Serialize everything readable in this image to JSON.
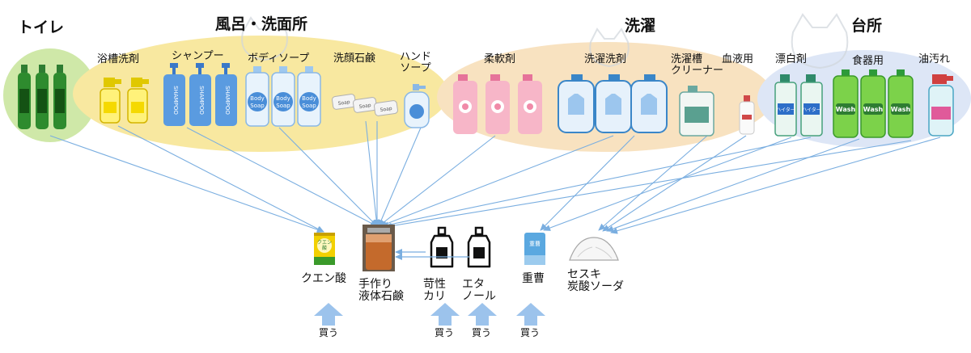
{
  "categories": {
    "toilet": "トイレ",
    "bath": "風呂・洗面所",
    "laundry": "洗濯",
    "kitchen": "台所"
  },
  "products": {
    "tub_cleaner": "浴槽洗剤",
    "shampoo": "シャンプー",
    "body_soap": "ボディソープ",
    "face_soap": "洗顔石鹸",
    "hand_soap": "ハンド\nソープ",
    "softener": "柔軟剤",
    "laundry_detergent": "洗濯洗剤",
    "drum_cleaner": "洗濯槽\nクリーナー",
    "blood": "血液用",
    "bleach": "漂白剤",
    "dish": "食器用",
    "grease": "油汚れ"
  },
  "package_text": {
    "shampoo": "SHAMPOO",
    "body_soap": "Body\nSoap",
    "face_soap": "Soap",
    "dish": "Wash",
    "bleach": "ハイター",
    "citric": "クエン\n酸",
    "baking_soda": "重曹"
  },
  "ingredients": {
    "citric_acid": "クエン酸",
    "liquid_soap": "手作り\n液体石鹸",
    "potash": "苛性\nカリ",
    "ethanol": "エタ\nノール",
    "baking_soda": "重曹",
    "sesqui": "セスキ\n炭酸ソーダ"
  },
  "buy_label": "買う",
  "colors": {
    "toilet_bg": "#cfe8a8",
    "bath_bg": "#f8e8a0",
    "laundry_bg": "#f8e2c0",
    "kitchen_bg": "#dde6f6",
    "line": "#7aaee0",
    "buy_arrow": "#9cc3ec"
  }
}
